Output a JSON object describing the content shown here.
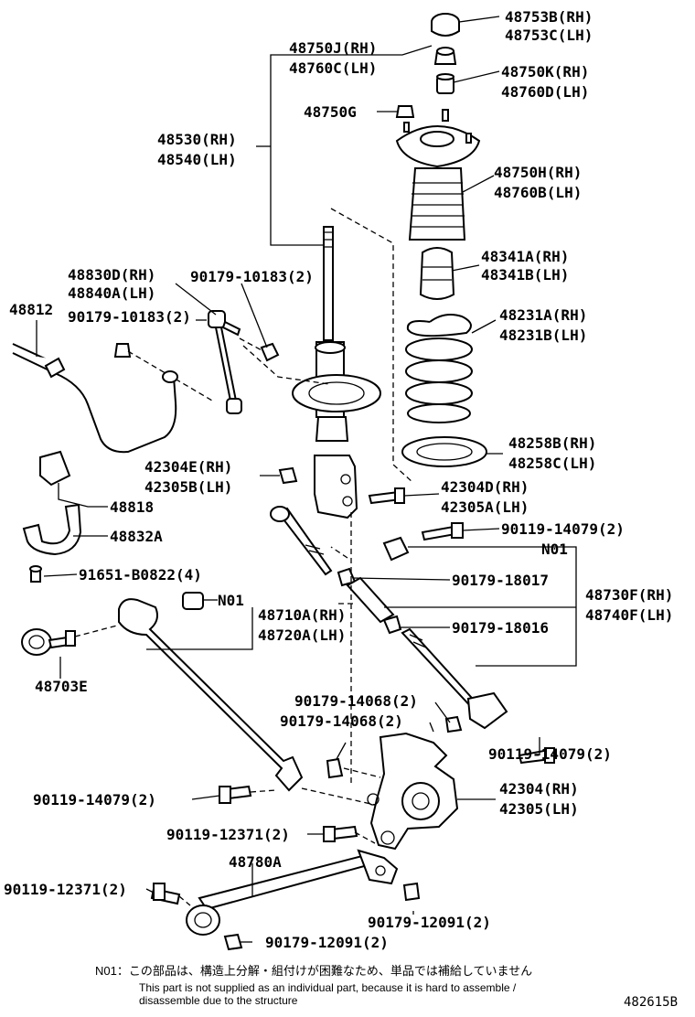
{
  "labels": {
    "p48753B": "48753B(RH)",
    "p48753C": "48753C(LH)",
    "p48750J": "48750J(RH)",
    "p48760C": "48760C(LH)",
    "p48750K": "48750K(RH)",
    "p48760D": "48760D(LH)",
    "p48750G": "48750G",
    "p48530": "48530(RH)",
    "p48540": "48540(LH)",
    "p48750H": "48750H(RH)",
    "p48760B": "48760B(LH)",
    "p48341A": "48341A(RH)",
    "p48341B": "48341B(LH)",
    "p48830D": "48830D(RH)",
    "p48840A": "48840A(LH)",
    "p90179_10183a": "90179-10183(2)",
    "p90179_10183b": "90179-10183(2)",
    "p48812": "48812",
    "p48231A": "48231A(RH)",
    "p48231B": "48231B(LH)",
    "p48258B": "48258B(RH)",
    "p48258C": "48258C(LH)",
    "p42304E": "42304E(RH)",
    "p42305B": "42305B(LH)",
    "p42304D": "42304D(RH)",
    "p42305A": "42305A(LH)",
    "p48818": "48818",
    "p90119_14079a": "90119-14079(2)",
    "pN01a": "N01",
    "p48832A": "48832A",
    "p91651": "91651-B0822(4)",
    "p90179_18017": "90179-18017",
    "p48730F": "48730F(RH)",
    "p48740F": "48740F(LH)",
    "pN01b": "N01",
    "p48710A": "48710A(RH)",
    "p48720A": "48720A(LH)",
    "p90179_18016": "90179-18016",
    "p48703E": "48703E",
    "p90179_14068a": "90179-14068(2)",
    "p90179_14068b": "90179-14068(2)",
    "p90119_14079b": "90119-14079(2)",
    "p90119_14079c": "90119-14079(2)",
    "p42304": "42304(RH)",
    "p42305": "42305(LH)",
    "p90119_12371a": "90119-12371(2)",
    "p48780A": "48780A",
    "p90119_12371b": "90119-12371(2)",
    "p90179_12091a": "90179-12091(2)",
    "p90179_12091b": "90179-12091(2)"
  },
  "footer": {
    "note_jp": "N01：この部品は、構造上分解・組付けが困難なため、単品では補給していません",
    "note_en_1": "This part is not supplied as an individual part, because it is hard to assemble /",
    "note_en_2": "disassemble due to the structure",
    "diagram_id": "482615B"
  }
}
